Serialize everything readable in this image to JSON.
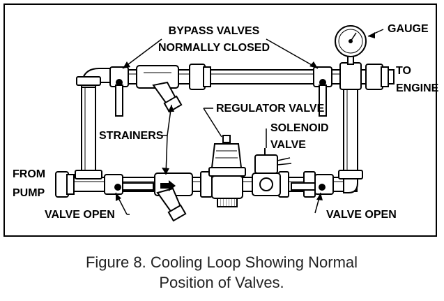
{
  "labels": {
    "bypass_line1": "BYPASS VALVES",
    "bypass_line2": "NORMALLY CLOSED",
    "gauge": "GAUGE",
    "to_engine_line1": "TO",
    "to_engine_line2": "ENGINE",
    "regulator_valve": "REGULATOR VALVE",
    "solenoid_line1": "SOLENOID",
    "solenoid_line2": "VALVE",
    "strainers": "STRAINERS",
    "from_pump_line1": "FROM",
    "from_pump_line2": "PUMP",
    "valve_open_left": "VALVE OPEN",
    "valve_open_right": "VALVE OPEN"
  },
  "caption": {
    "line1": "Figure 8.  Cooling Loop Showing Normal",
    "line2": "Position of Valves."
  }
}
